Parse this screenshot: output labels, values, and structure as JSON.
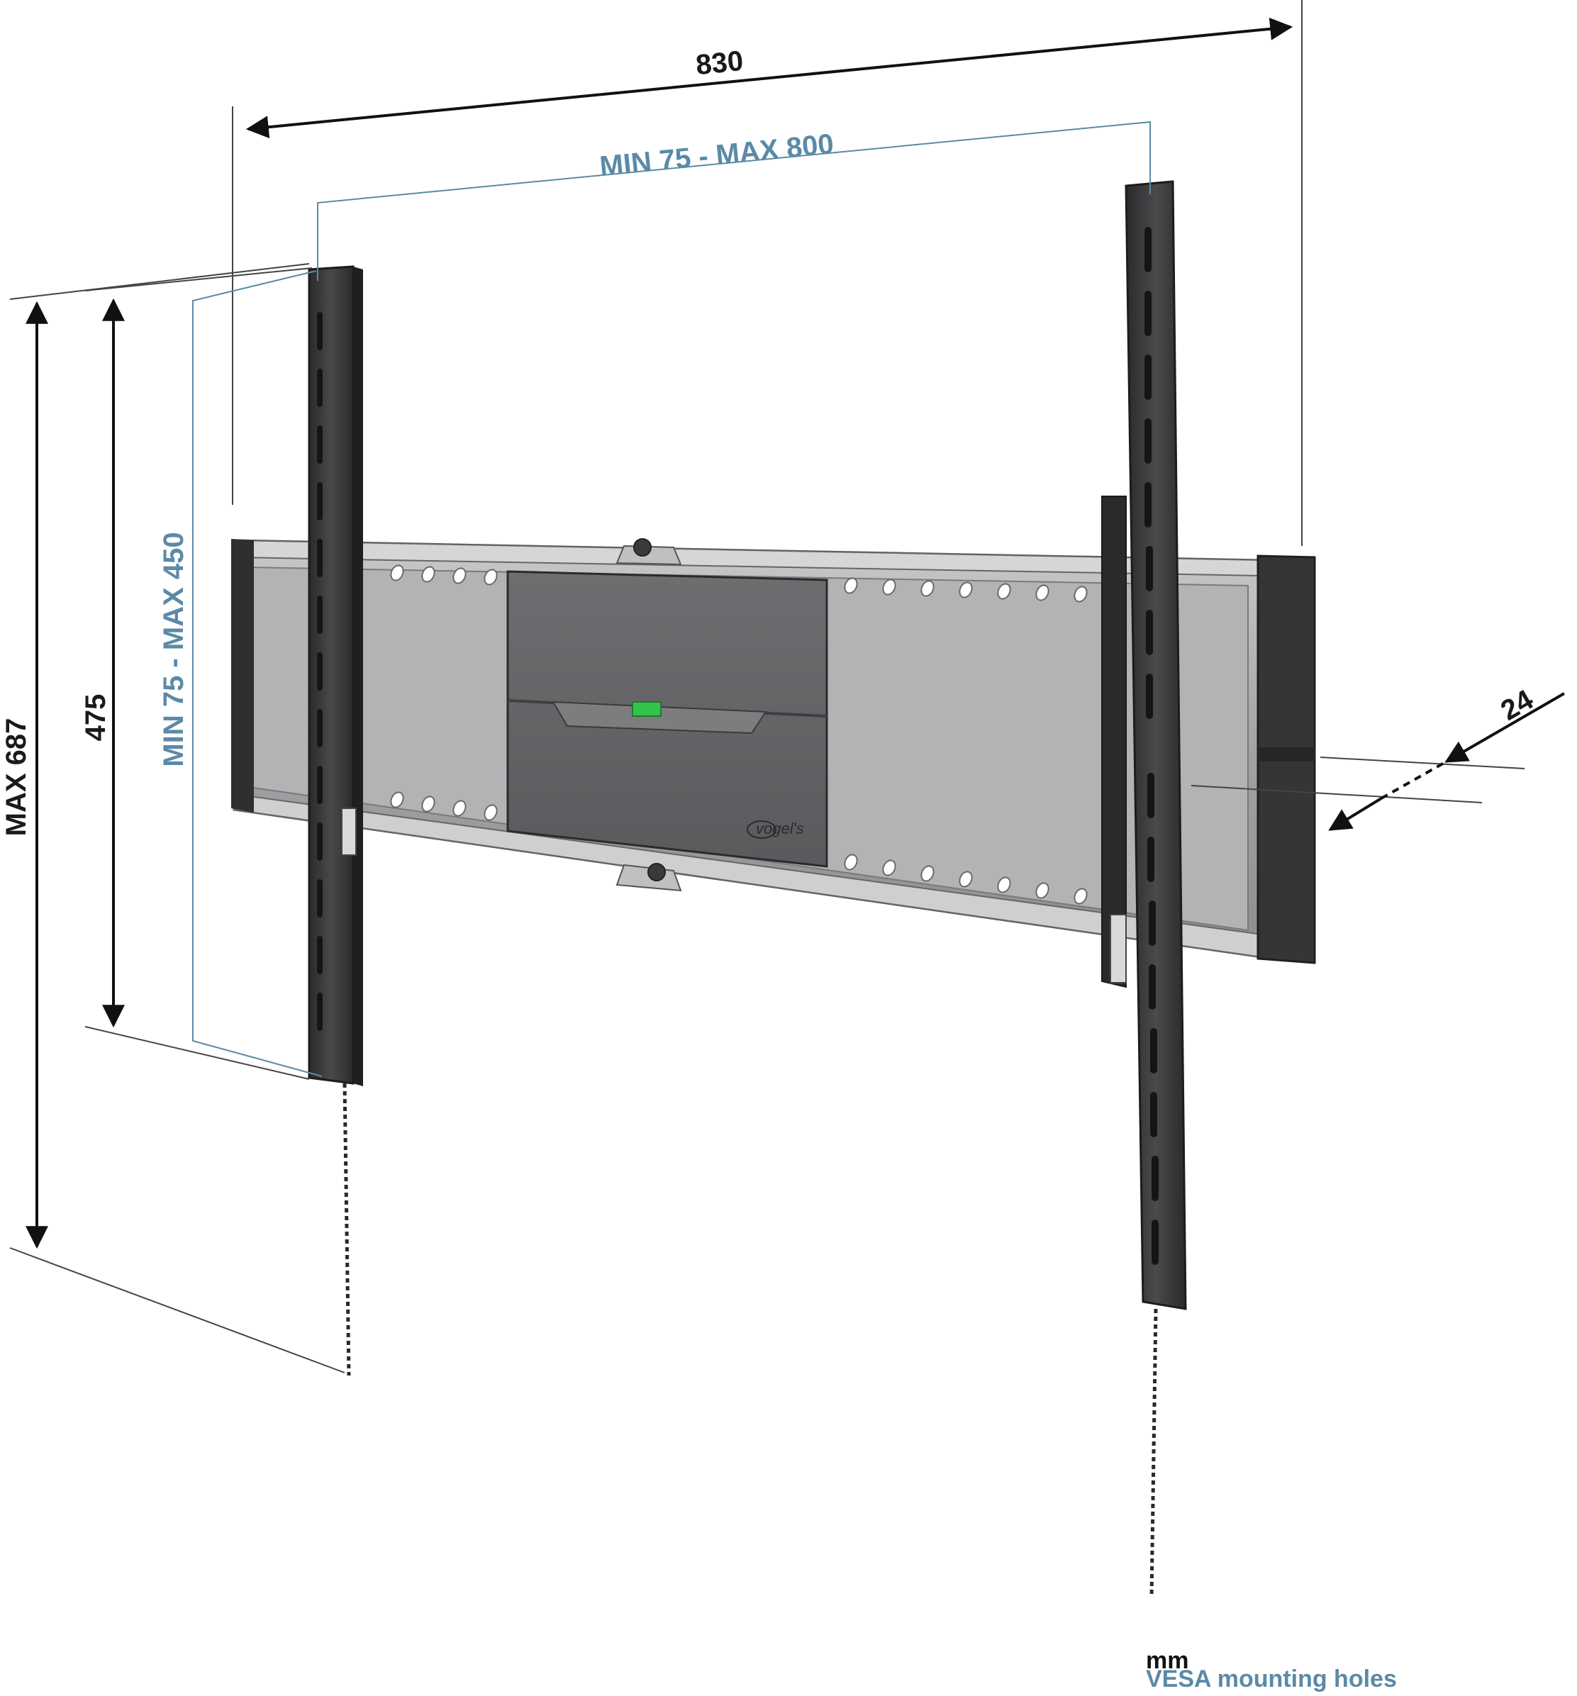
{
  "dimensions": {
    "overall_width": "830",
    "vesa_horizontal": "MIN 75 - MAX 800",
    "vesa_vertical": "MIN 75 - MAX 450",
    "height": "475",
    "max_height": "MAX 687",
    "depth": "24"
  },
  "legend": {
    "unit": "mm",
    "vesa": "VESA mounting holes"
  },
  "brand": {
    "logo_text": "vogel's"
  },
  "colors": {
    "vesa_accent": "#5b8aa6",
    "dimension_lines": "#111111",
    "bracket_dark": "#3a3a3c",
    "rail_gray": "#a9a9ab"
  }
}
